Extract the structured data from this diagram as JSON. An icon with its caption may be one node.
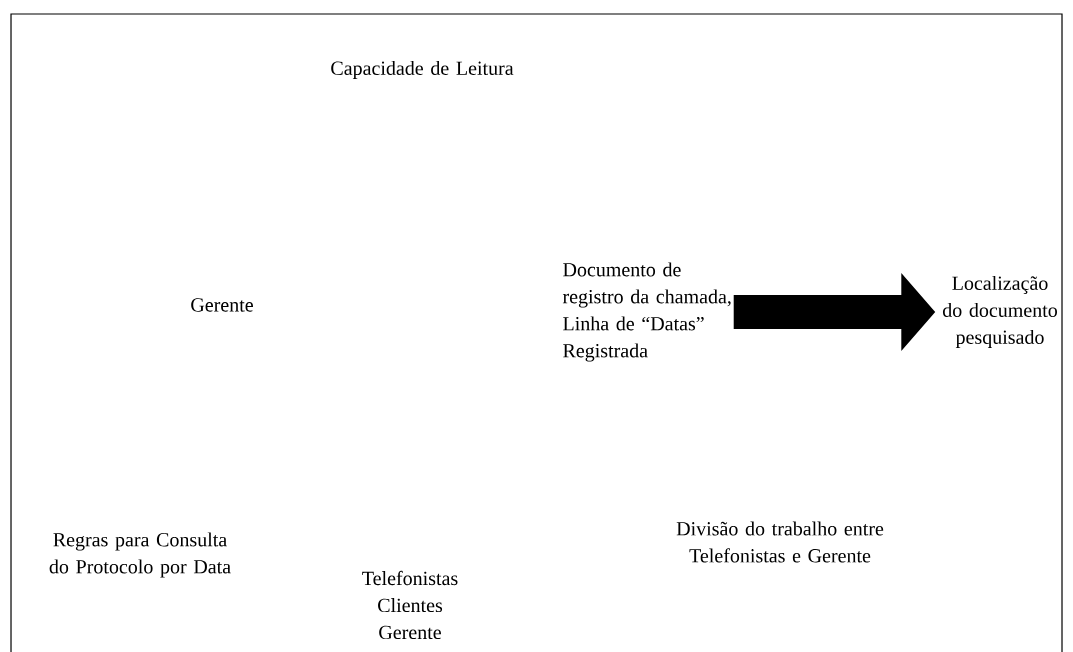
{
  "diagram": {
    "nodes": [
      {
        "text": [
          "Documento de registro da chamada, Linha de “Datas” Registrada"
        ]
      },
      {
        "text": [
          "Localização do documento pesquisado"
        ]
      }
    ],
    "edges": [
      {
        "from": 0,
        "to": 1,
        "arrow": "to"
      }
    ],
    "labels": [
      "Capacidade de Leitura",
      "Gerente",
      "Regras para Consulta do Protocolo por Data",
      "Divisão do trabalho entre Telefonistas e Gerente",
      "Telefonistas Clientes Gerente"
    ]
  }
}
